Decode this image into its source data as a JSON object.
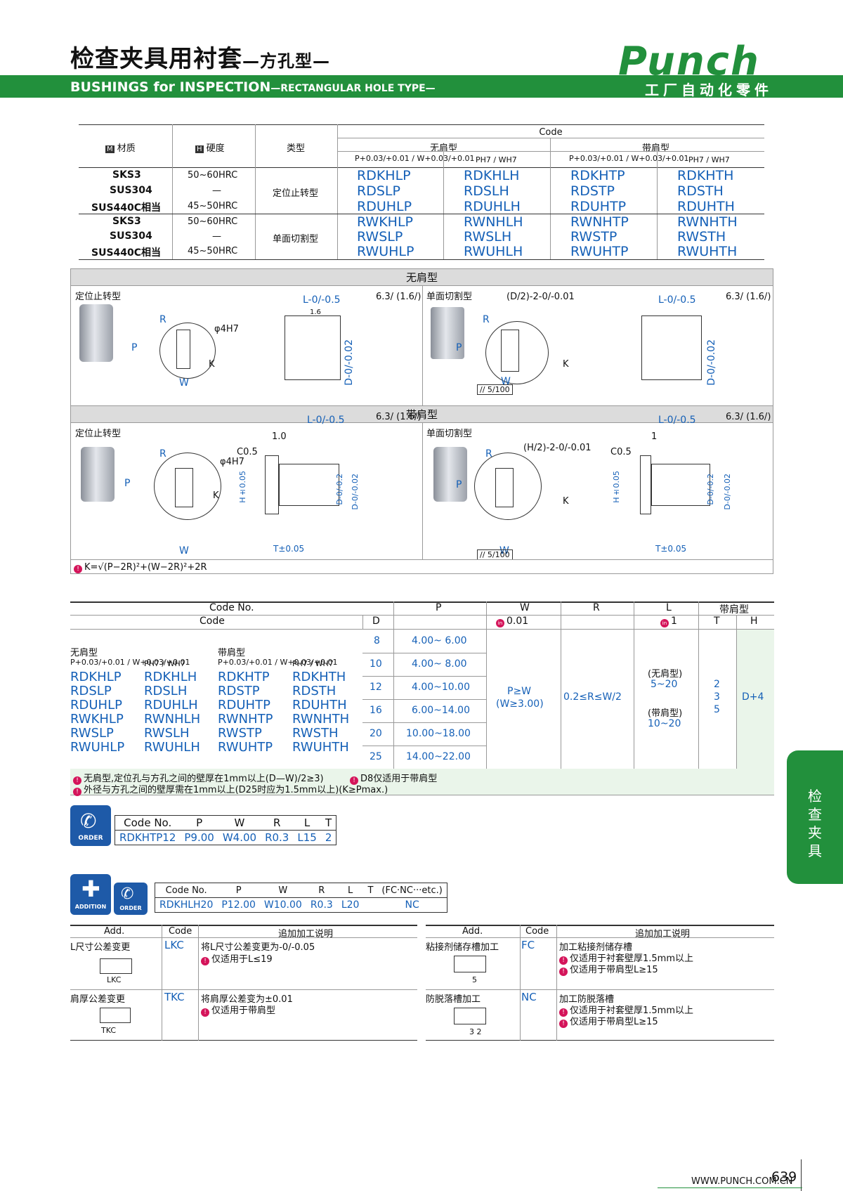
{
  "header": {
    "title_cn": "检查夹具用衬套",
    "title_cn_suffix": "—方孔型—",
    "title_en": "BUSHINGS for INSPECTION",
    "title_en_suffix": "—RECTANGULAR HOLE TYPE—",
    "brand": "Punch",
    "brand_sub": "工厂自动化零件",
    "brand_color": "#22903c"
  },
  "material_table": {
    "headers": {
      "material": "材质",
      "hardness": "硬度",
      "type": "类型",
      "code": "Code",
      "no_shoulder": "无肩型",
      "shoulder": "带肩型",
      "tol_pw": "P+0.03/+0.01 / W+0.03/+0.01",
      "tol_h7": "PH7 / WH7"
    },
    "badge_m": "M",
    "badge_h": "H",
    "rows": [
      {
        "mat": "SKS3",
        "hard": "50~60HRC",
        "type": "",
        "c1": "RDKHLP",
        "c2": "RDKHLH",
        "c3": "RDKHTP",
        "c4": "RDKHTH"
      },
      {
        "mat": "SUS304",
        "hard": "—",
        "type": "定位止转型",
        "c1": "RDSLP",
        "c2": "RDSLH",
        "c3": "RDSTP",
        "c4": "RDSTH"
      },
      {
        "mat": "SUS440C相当",
        "hard": "45~50HRC",
        "type": "",
        "c1": "RDUHLP",
        "c2": "RDUHLH",
        "c3": "RDUHTP",
        "c4": "RDUHTH"
      },
      {
        "mat": "SKS3",
        "hard": "50~60HRC",
        "type": "",
        "c1": "RWKHLP",
        "c2": "RWNHLH",
        "c3": "RWNHTP",
        "c4": "RWNHTH"
      },
      {
        "mat": "SUS304",
        "hard": "—",
        "type": "单面切割型",
        "c1": "RWSLP",
        "c2": "RWSLH",
        "c3": "RWSTP",
        "c4": "RWSTH"
      },
      {
        "mat": "SUS440C相当",
        "hard": "45~50HRC",
        "type": "",
        "c1": "RWUHLP",
        "c2": "RWUHLH",
        "c3": "RWUHTP",
        "c4": "RWUHTH"
      }
    ]
  },
  "diagrams": {
    "no_shoulder_title": "无肩型",
    "shoulder_title": "带肩型",
    "positioning": "定位止转型",
    "single_cut": "单面切割型",
    "L_dim": "L-0/-0.5",
    "D_dim": "D-0/-0.02",
    "phi4": "φ4H7",
    "rough": "6.3/ (1.6/)",
    "r16": "1.6",
    "D2": "(D/2)-2-0/-0.01",
    "H2": "(H/2)-2-0/-0.01",
    "slope": "// 5/100",
    "labels": {
      "R": "R",
      "P": "P",
      "W": "W",
      "K": "K",
      "C05": "C0.5",
      "one": "1.0",
      "one_b": "1",
      "Hdim": "H±0.05",
      "Tdim": "T±0.05",
      "D02": "D-0/-0.2"
    },
    "formula": "K=√(P−2R)²+(W−2R)²+2R"
  },
  "spec_table": {
    "h_codeno": "Code No.",
    "h_code": "Code",
    "h_D": "D",
    "h_P": "P",
    "h_W": "W",
    "h_R": "R",
    "h_L": "L",
    "h_shoulder": "带肩型",
    "h_T": "T",
    "h_H": "H",
    "unit_pw": "0.01",
    "unit_l": "1",
    "unit_icon": "in",
    "col_no_shoulder": "无肩型",
    "col_shoulder": "带肩型",
    "tol_pw": "P+0.03/+0.01 / W+0.03/+0.01",
    "tol_h7": "PH7 / WH7",
    "codes_a": [
      "RDKHLP",
      "RDSLP",
      "RDUHLP",
      "RWKHLP",
      "RWSLP",
      "RWUHLP"
    ],
    "codes_b": [
      "RDKHLH",
      "RDSLH",
      "RDUHLH",
      "RWNHLH",
      "RWSLH",
      "RWUHLH"
    ],
    "codes_c": [
      "RDKHTP",
      "RDSTP",
      "RDUHTP",
      "RWNHTP",
      "RWSTP",
      "RWUHTP"
    ],
    "codes_d": [
      "RDKHTH",
      "RDSTH",
      "RDUHTH",
      "RWNHTH",
      "RWSTH",
      "RWUHTH"
    ],
    "rows": [
      {
        "D": "8",
        "P": "4.00~ 6.00"
      },
      {
        "D": "10",
        "P": "4.00~ 8.00"
      },
      {
        "D": "12",
        "P": "4.00~10.00"
      },
      {
        "D": "16",
        "P": "6.00~14.00"
      },
      {
        "D": "20",
        "P": "10.00~18.00"
      },
      {
        "D": "25",
        "P": "14.00~22.00"
      }
    ],
    "W": "P≥W",
    "W2": "(W≥3.00)",
    "R": "0.2≤R≤W/2",
    "L1": "(无肩型)",
    "L2": "5~20",
    "L3": "(带肩型)",
    "L4": "10~20",
    "T": [
      "2",
      "3",
      "5"
    ],
    "H": "D+4"
  },
  "notes": {
    "n1": "无肩型,定位孔与方孔之间的壁厚在1mm以上(D—W)/2≥3)",
    "n2": "D8仅适用于带肩型",
    "n3": "外径与方孔之间的壁厚需在1mm以上(D25时应为1.5mm以上)(K≥Pmax.)"
  },
  "order": {
    "icon": "ORDER",
    "headers": [
      "Code No.",
      "P",
      "W",
      "R",
      "L",
      "T"
    ],
    "values": [
      "RDKHTP12",
      "P9.00",
      "W4.00",
      "R0.3",
      "L15",
      "2"
    ]
  },
  "addition": {
    "icon": "ADDITION",
    "icon2": "ORDER",
    "headers": [
      "Code No.",
      "P",
      "W",
      "R",
      "L",
      "T",
      "(FC·NC···etc.)"
    ],
    "values": [
      "RDKHLH20",
      "P12.00",
      "W10.00",
      "R0.3",
      "L20",
      "",
      "NC"
    ]
  },
  "add_table": {
    "h_add": "Add.",
    "h_code": "Code",
    "h_desc": "追加加工说明",
    "left": [
      {
        "name": "L尺寸公差变更",
        "code": "LKC",
        "desc": "将L尺寸公差变更为-0/-0.05",
        "note": "仅适用于L≤19",
        "tag": "LKC"
      },
      {
        "name": "肩厚公差变更",
        "code": "TKC",
        "desc": "将肩厚公差变为±0.01",
        "note": "仅适用于带肩型",
        "tag": "TKC"
      }
    ],
    "right": [
      {
        "name": "粘接剂储存槽加工",
        "code": "FC",
        "desc": "加工粘接剂储存槽",
        "note1": "仅适用于衬套壁厚1.5mm以上",
        "note2": "仅适用于带肩型L≥15",
        "tag": "5"
      },
      {
        "name": "防脱落槽加工",
        "code": "NC",
        "desc": "加工防脱落槽",
        "note1": "仅适用于衬套壁厚1.5mm以上",
        "note2": "仅适用于带肩型L≥15",
        "tag": "3 2"
      }
    ]
  },
  "side_tab": "检查夹具",
  "footer": {
    "page": "639",
    "url": "WWW.PUNCH.COM.CN"
  }
}
